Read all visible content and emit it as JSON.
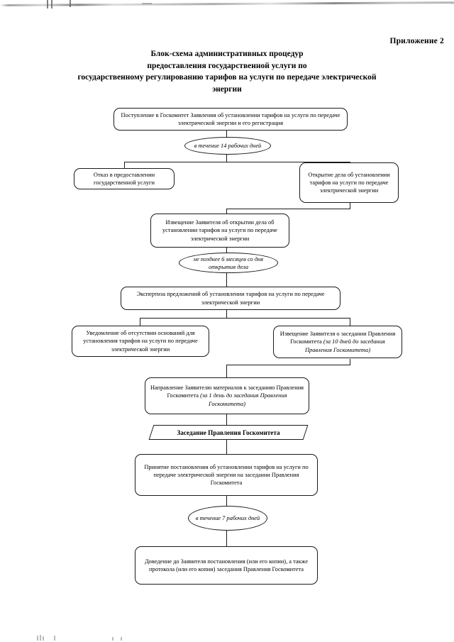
{
  "document": {
    "appendix_label": "Приложение 2",
    "title_lines": [
      "Блок-схема административных процедур",
      "предоставления государственной услуги по",
      "государственному регулированию тарифов на услуги по передаче электрической",
      "энергии"
    ]
  },
  "flowchart": {
    "type": "flowchart",
    "orientation": "top-to-bottom",
    "nodes": [
      {
        "id": "n1",
        "shape": "rounded-rect",
        "text": "Поступление в Госкомитет Заявления об установлении тарифов на услуги по передаче электрической энергии и его регистрация"
      },
      {
        "id": "t1",
        "shape": "ellipse",
        "style": "italic",
        "text": "в течение 14 рабочих дней"
      },
      {
        "id": "n2",
        "shape": "rounded-rect",
        "text": "Отказ в предоставлении государственной услуги"
      },
      {
        "id": "n3",
        "shape": "rounded-rect",
        "text": "Открытие дела об установлении тарифов на услуги по передаче электрической энергии"
      },
      {
        "id": "n4",
        "shape": "rounded-rect",
        "text": "Извещение Заявителя об открытии дела об установлении тарифов на услуги по передаче электрической энергии"
      },
      {
        "id": "t2",
        "shape": "ellipse",
        "style": "italic",
        "text": "не позднее 6 месяцев со дня открытия дела"
      },
      {
        "id": "n5",
        "shape": "rounded-rect",
        "text": "Экспертиза предложений об установлении тарифов на услуги по передаче электрической энергии"
      },
      {
        "id": "n6",
        "shape": "rounded-rect",
        "text": "Уведомление об отсутствии оснований для установления тарифов на услуги по передаче электрической энергии"
      },
      {
        "id": "n7",
        "shape": "rounded-rect",
        "text_plain": "Извещение Заявителя о заседании Правления Госкомитета ",
        "text_italic": "(за 10 дней до заседания Правления Госкомитета)"
      },
      {
        "id": "n8",
        "shape": "rounded-rect",
        "text_plain": "Направление Заявителю материалов к заседанию Правления Госкомитета ",
        "text_italic": "(за 1 день до заседания Правления Госкомитета)"
      },
      {
        "id": "n9",
        "shape": "parallelogram",
        "style": "bold",
        "text": "Заседание Правления Госкомитета"
      },
      {
        "id": "n10",
        "shape": "rounded-rect",
        "text": "Принятие постановления об установлении тарифов на услуги по передаче электрической энергии на заседании Правления Госкомитета"
      },
      {
        "id": "t3",
        "shape": "ellipse",
        "style": "italic",
        "text": "в течение 7 рабочих дней"
      },
      {
        "id": "n11",
        "shape": "rounded-rect",
        "text": "Доведение до Заявителя постановления (или его копии), а также протокола (или его копии) заседания Правления Госкомитета"
      }
    ]
  }
}
